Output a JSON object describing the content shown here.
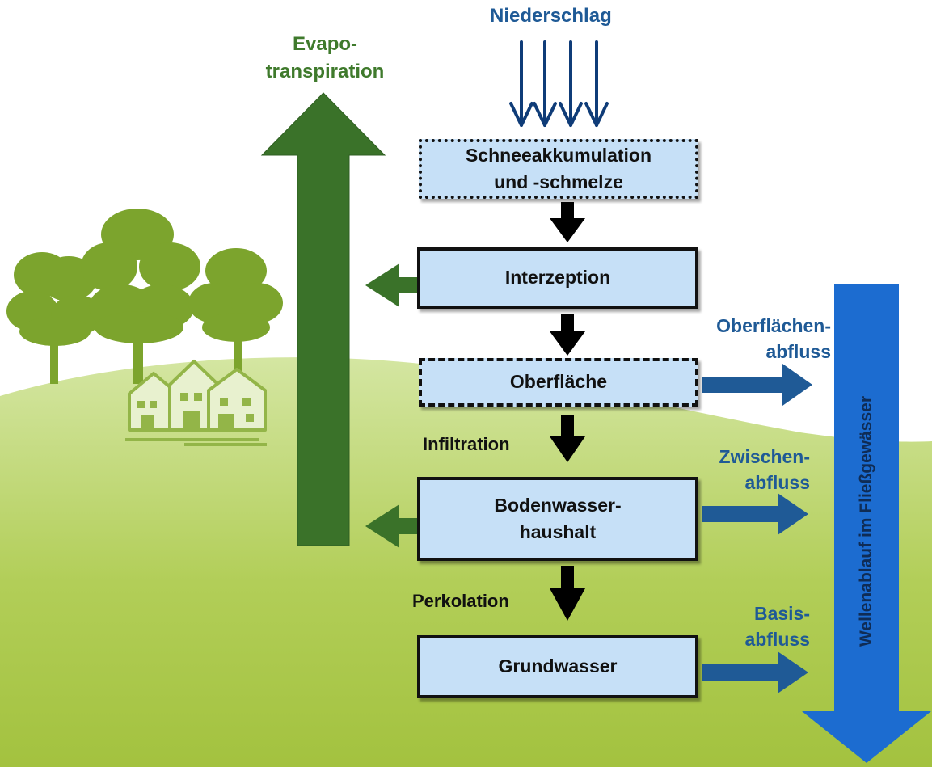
{
  "labels": {
    "precipitation": "Niederschlag",
    "evapotranspiration_line1": "Evapo-",
    "evapotranspiration_line2": "transpiration",
    "infiltration": "Infiltration",
    "percolation": "Perkolation",
    "surface_runoff_line1": "Oberflächen-",
    "surface_runoff_line2": "abfluss",
    "interflow_line1": "Zwischen-",
    "interflow_line2": "abfluss",
    "baseflow_line1": "Basis-",
    "baseflow_line2": "abfluss",
    "river_routing": "Wellenablauf im Fließgewässer"
  },
  "boxes": {
    "snow_line1": "Schneeakkumulation",
    "snow_line2": "und -schmelze",
    "interception": "Interzeption",
    "surface": "Oberfläche",
    "soil_line1": "Bodenwasser-",
    "soil_line2": "haushalt",
    "groundwater": "Grundwasser"
  },
  "colors": {
    "evapotranspiration_arrow": "#3a7229",
    "runoff_arrows": "#1f5a96",
    "river_arrow": "#1c6cd0",
    "box_fill": "#c6e0f7",
    "meadow": "#a9c64a",
    "trees": "#7aa22d"
  },
  "icons": [
    "tree-icon",
    "house-icon"
  ]
}
